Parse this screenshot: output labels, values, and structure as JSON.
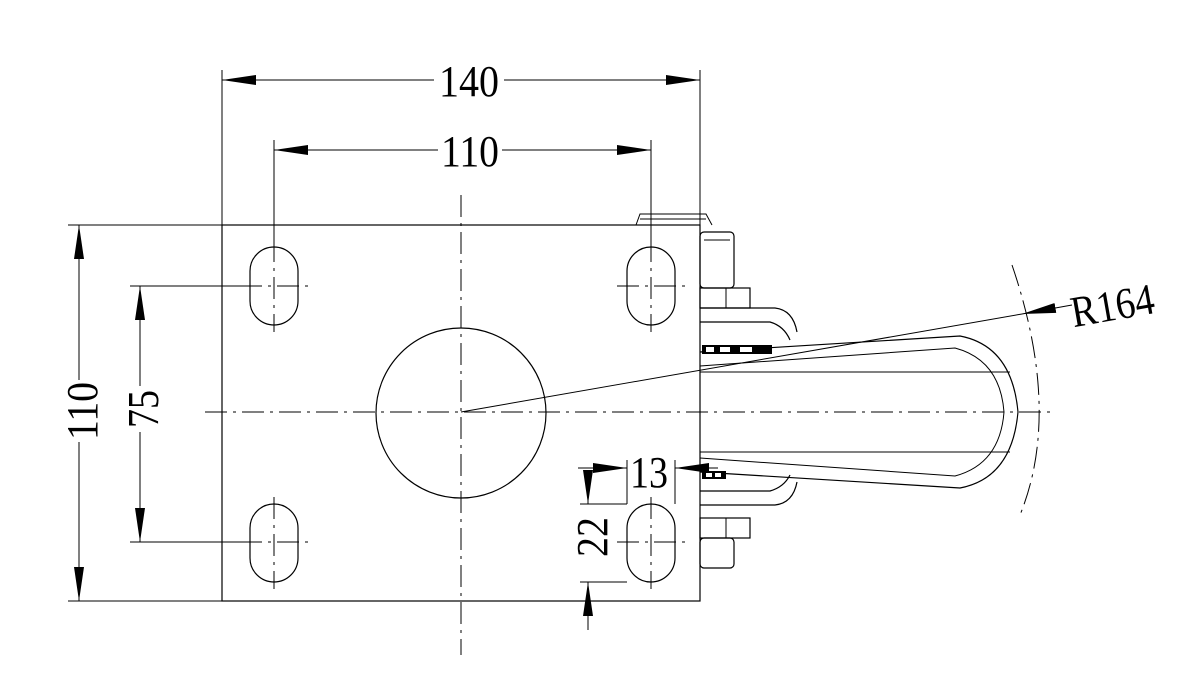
{
  "dimensions": {
    "overall_width": "140",
    "hole_spacing_width": "110",
    "overall_height": "110",
    "hole_spacing_height": "75",
    "slot_width": "13",
    "slot_length": "22",
    "wheel_radius": "R164"
  },
  "colors": {
    "line": "#000000",
    "background": "#ffffff"
  }
}
